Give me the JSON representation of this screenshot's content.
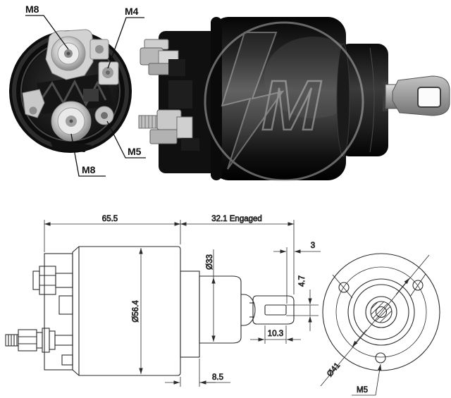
{
  "rear_photo": {
    "label_top_left": "M8",
    "label_top_right": "M4",
    "label_right": "M5",
    "label_bottom": "M8"
  },
  "side_photo": {
    "watermark_letter": "M"
  },
  "drawing": {
    "side_view": {
      "dim_overall_length": "65.5",
      "dim_engaged_travel": "32.1 Engaged",
      "dim_boss_diameter": "Ø33",
      "dim_body_diameter": "Ø56.4",
      "dim_fork_tip": "3",
      "dim_slot_height": "4.7",
      "dim_slot_length": "10.3",
      "dim_collar_width": "8.5"
    },
    "front_view": {
      "dim_bolt_circle": "Ø41",
      "dim_mount_thread": "M5"
    }
  },
  "colors": {
    "background": "#ffffff",
    "line_art": "#2b2b2b",
    "solenoid_body": "#141414",
    "metal_highlight": "#d8d8d8"
  }
}
